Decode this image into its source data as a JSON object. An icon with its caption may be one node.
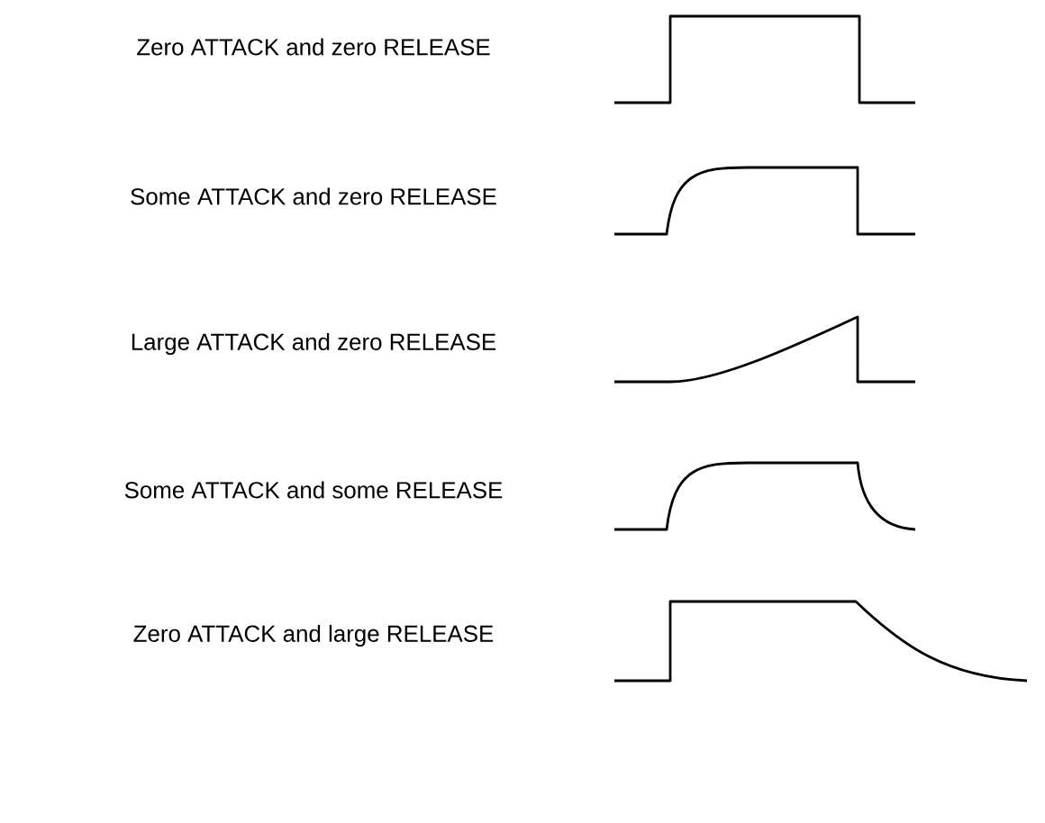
{
  "diagram": {
    "labels": [
      "Zero ATTACK and zero RELEASE",
      "Some ATTACK and zero RELEASE",
      "Large ATTACK and zero RELEASE",
      "Some ATTACK and some RELEASE",
      "Zero ATTACK and large RELEASE"
    ]
  }
}
